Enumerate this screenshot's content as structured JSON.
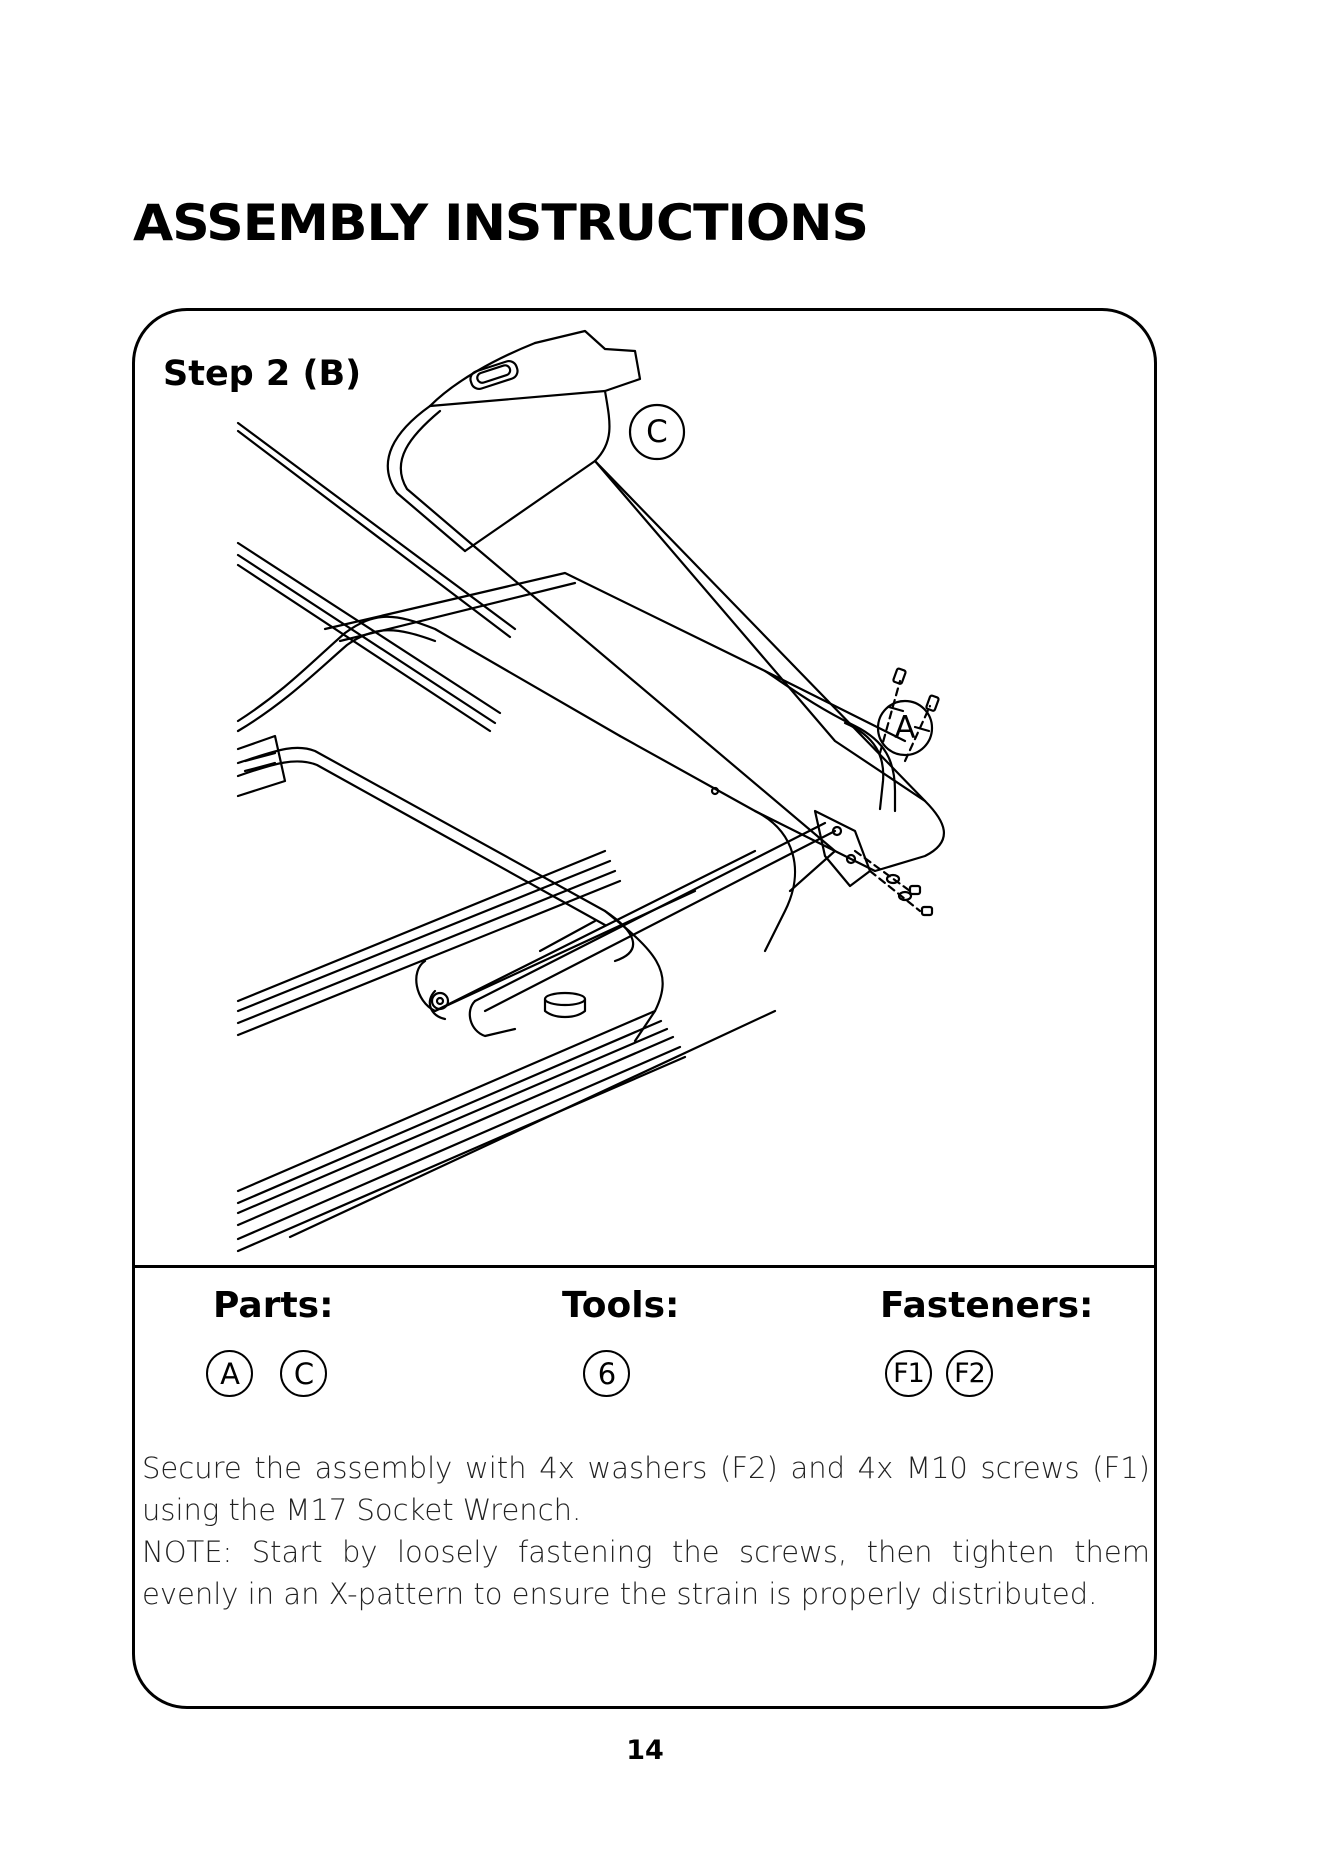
{
  "header": {
    "title": "ASSEMBLY INSTRUCTIONS"
  },
  "step": {
    "title": "Step 2 (B)",
    "callouts": {
      "c": "C",
      "a": "A"
    }
  },
  "parts": {
    "heading": "Parts:",
    "items": [
      "A",
      "C"
    ]
  },
  "tools": {
    "heading": "Tools:",
    "items": [
      "6"
    ]
  },
  "fasteners": {
    "heading": "Fasteners:",
    "items": [
      "F1",
      "F2"
    ]
  },
  "instructions": {
    "main": "Secure the assembly with 4x washers (F2) and 4x M10 screws (F1) using the M17 Socket Wrench.",
    "note": "NOTE: Start by loosely fastening the screws, then tighten them evenly in an X-pattern to ensure the strain is properly distributed."
  },
  "footer": {
    "page_number": "14"
  }
}
